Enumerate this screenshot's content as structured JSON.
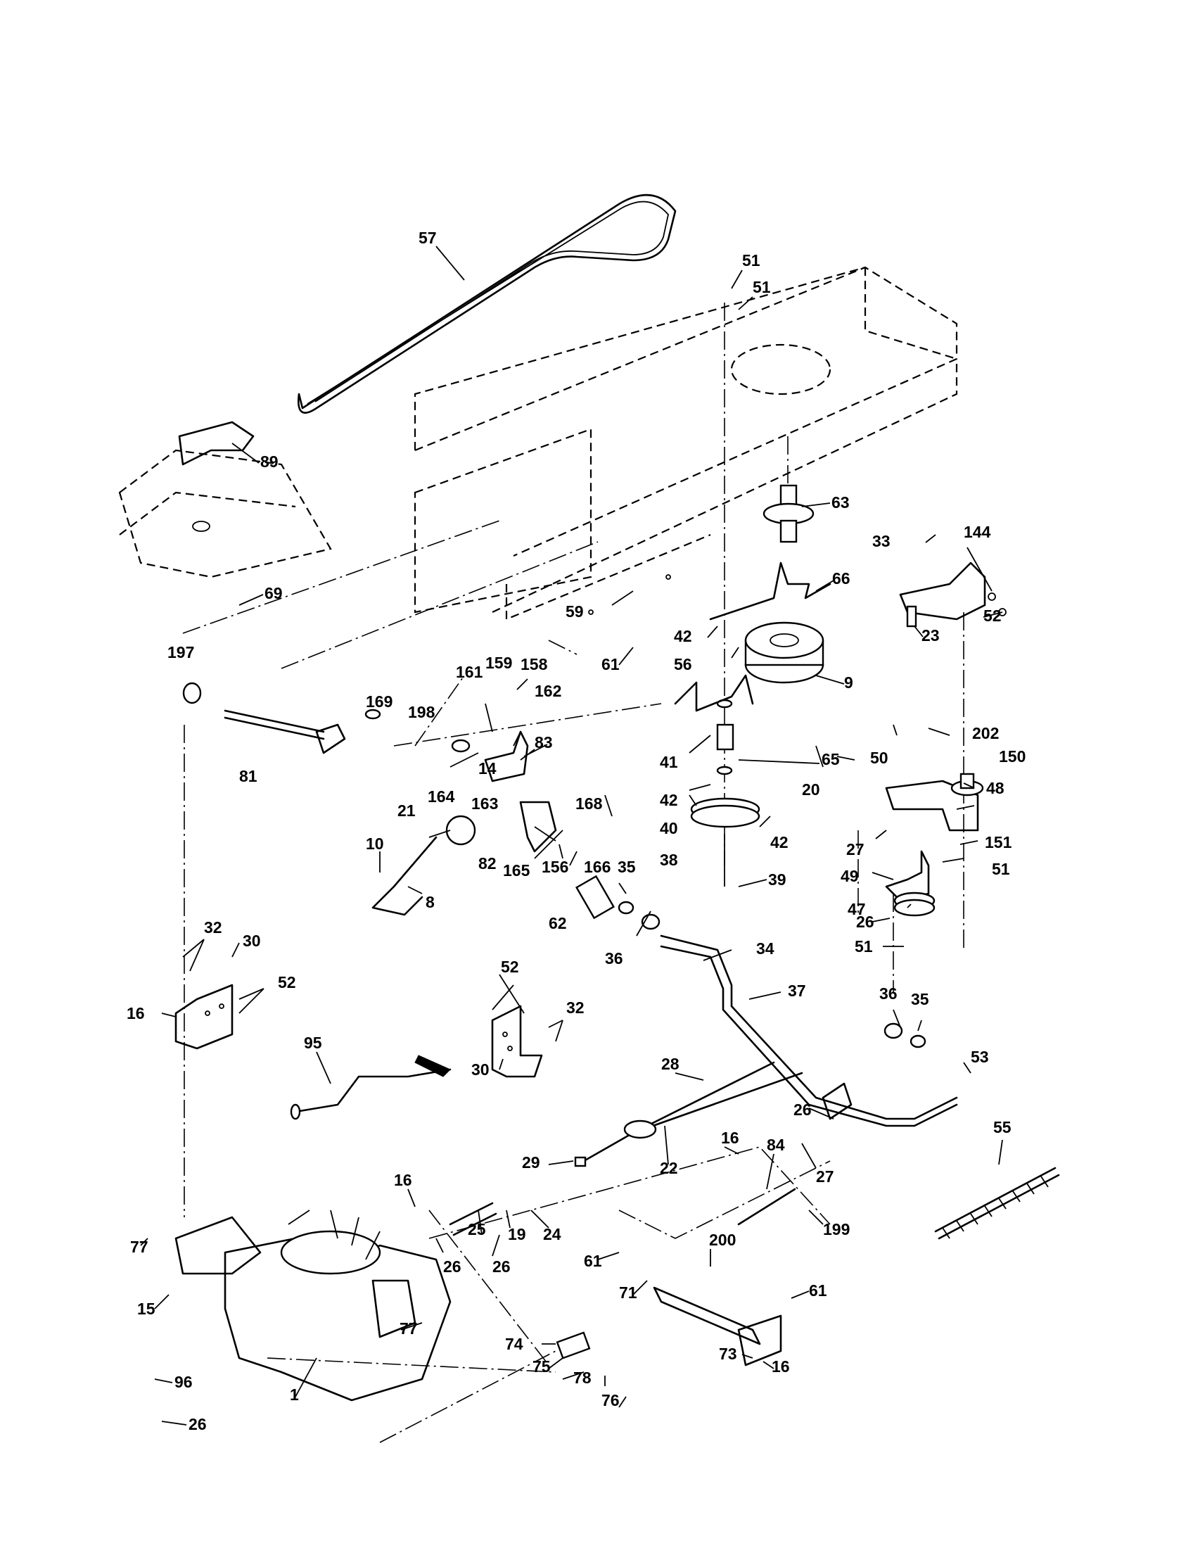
{
  "diagram": {
    "callouts": [
      "57",
      "51",
      "51",
      "89",
      "63",
      "33",
      "144",
      "66",
      "69",
      "59",
      "52",
      "42",
      "56",
      "23",
      "61",
      "9",
      "197",
      "161",
      "159",
      "158",
      "198",
      "162",
      "169",
      "65",
      "41",
      "50",
      "202",
      "83",
      "14",
      "150",
      "164",
      "163",
      "42",
      "20",
      "81",
      "40",
      "48",
      "21",
      "168",
      "38",
      "42",
      "27",
      "151",
      "51",
      "82",
      "165",
      "156",
      "166",
      "10",
      "8",
      "39",
      "49",
      "35",
      "47",
      "62",
      "26",
      "51",
      "36",
      "34",
      "32",
      "30",
      "52",
      "52",
      "37",
      "36",
      "35",
      "16",
      "32",
      "95",
      "30",
      "53",
      "28",
      "26",
      "29",
      "16",
      "84",
      "22",
      "27",
      "55",
      "16",
      "199",
      "25",
      "19",
      "24",
      "77",
      "200",
      "61",
      "26",
      "26",
      "61",
      "71",
      "15",
      "77",
      "74",
      "73",
      "75",
      "78",
      "16",
      "96",
      "1",
      "76",
      "26"
    ]
  }
}
